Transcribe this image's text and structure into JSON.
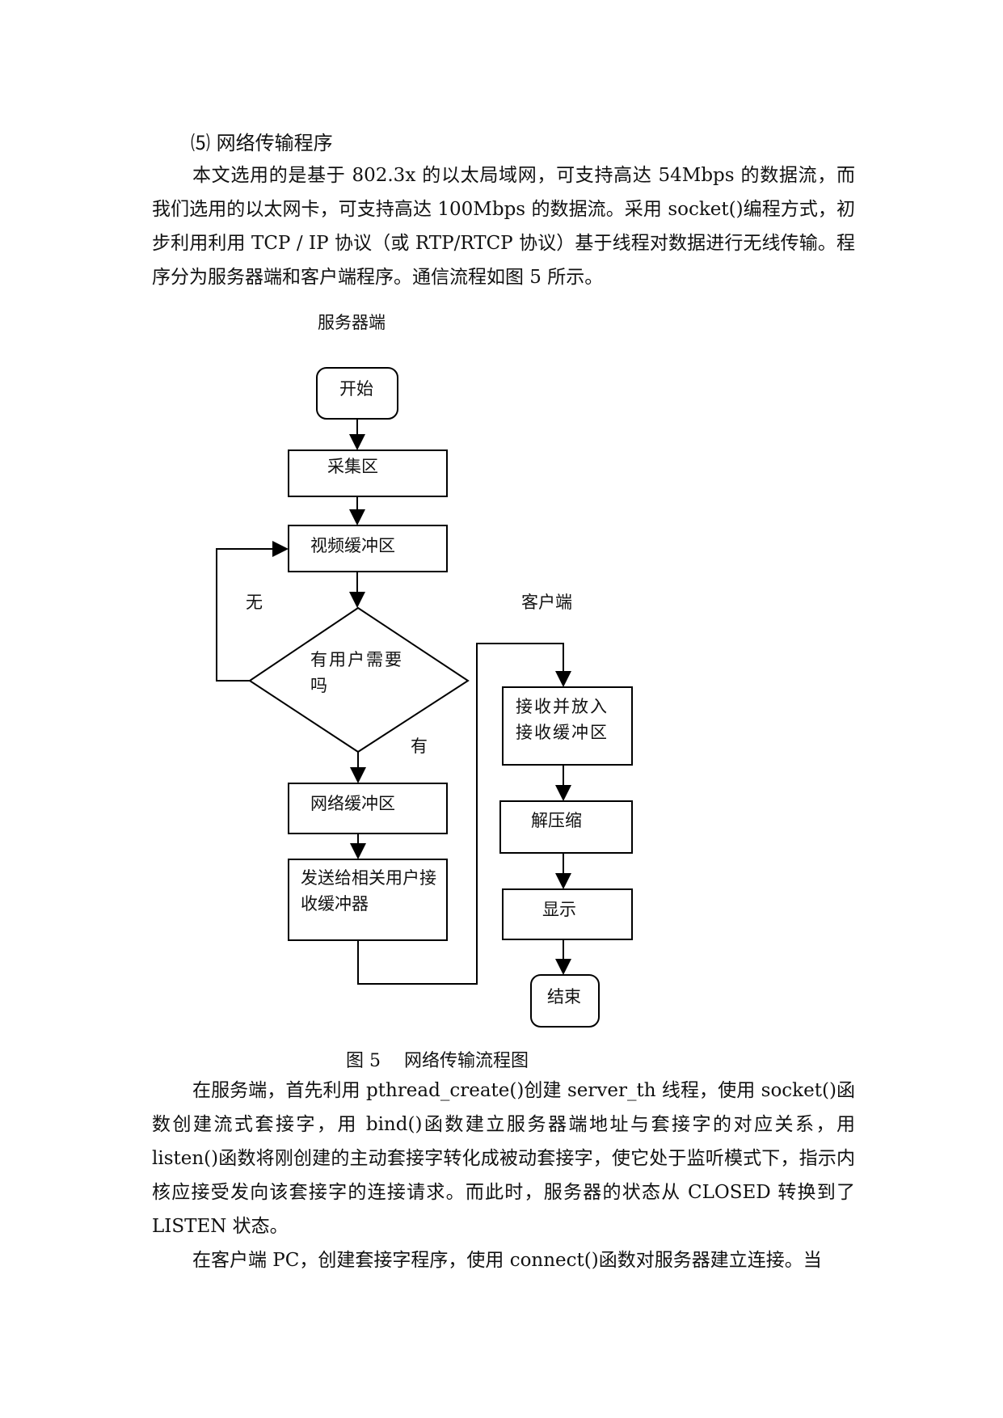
{
  "section_heading": "⑸ 网络传输程序",
  "paragraph1": "本文选用的是基于 802.3x 的以太局域网，可支持高达 54Mbps 的数据流，而我们选用的以太网卡，可支持高达 100Mbps 的数据流。采用 socket()编程方式，初步利用利用 TCP / IP 协议（或 RTP/RTCP 协议）基于线程对数据进行无线传输。程序分为服务器端和客户端程序。通信流程如图 5 所示。",
  "flowchart": {
    "server_title": "服务器端",
    "client_title": "客户端",
    "server_nodes": {
      "start": "开始",
      "capture": "采集区",
      "video_buffer": "视频缓冲区",
      "decision": "有用户需要吗",
      "network_buffer": "网络缓冲区",
      "send": "发送给相关用户接收缓冲器"
    },
    "branch_no": "无",
    "branch_yes": "有",
    "client_nodes": {
      "receive": "接收并放入接收缓冲区",
      "decompress": "解压缩",
      "display": "显示",
      "end": "结束"
    }
  },
  "figure_caption": "图 5　 网络传输流程图",
  "paragraph2": "在服务端，首先利用 pthread_create()创建 server_th 线程，使用 socket()函数创建流式套接字，用 bind()函数建立服务器端地址与套接字的对应关系，用 listen()函数将刚创建的主动套接字转化成被动套接字，使它处于监听模式下，指示内核应接受发向该套接字的连接请求。而此时，服务器的状态从 CLOSED 转换到了 LISTEN 状态。",
  "paragraph3": "在客户端 PC，创建套接字程序，使用 connect()函数对服务器建立连接。当"
}
